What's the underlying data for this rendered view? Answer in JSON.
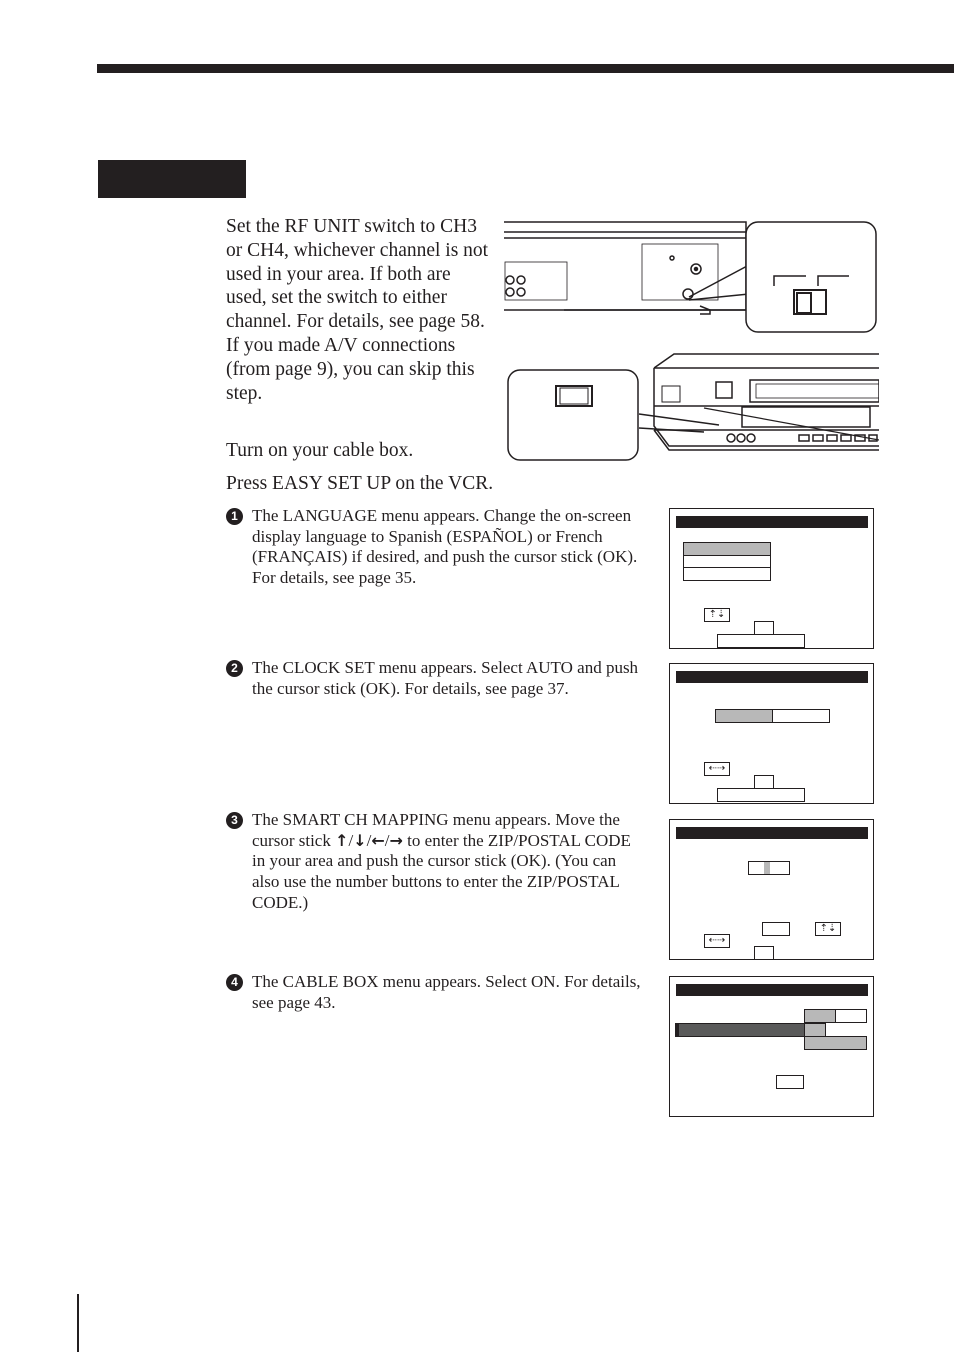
{
  "steps": {
    "step1": "Set the RF UNIT switch to CH3 or CH4, whichever channel is not used in your area.  If both are used, set the switch to either channel. For details, see page 58. If you made A/V connections (from page 9), you can skip this step.",
    "step2": "Turn on your cable box.",
    "step3": "Press EASY SET UP on the VCR."
  },
  "substeps": [
    {
      "num": "1",
      "text": "The LANGUAGE menu appears.  Change the on-screen display language to Spanish (ESPAÑOL) or French (FRANÇAIS) if desired, and push the cursor stick (OK).  For details, see page 35."
    },
    {
      "num": "2",
      "text": "The CLOCK SET menu appears.  Select AUTO and push the cursor stick (OK).  For details, see page 37."
    },
    {
      "num": "3",
      "text_a": "The SMART CH MAPPING menu appears. Move the cursor stick ",
      "arrows": [
        "↑",
        "↓",
        "←",
        "→"
      ],
      "sep": "/",
      "text_b": " to enter the ZIP/POSTAL CODE in your area and push the cursor stick (OK).  (You can also use the number buttons to enter the ZIP/POSTAL CODE.)"
    },
    {
      "num": "4",
      "text": "The CABLE BOX menu appears.  Select ON.  For details, see page 43."
    }
  ],
  "icons": {
    "updown": "⇡⇣",
    "leftright": "⇠⇢"
  },
  "colors": {
    "ink": "#231f20",
    "highlight": "#b8b8b8",
    "selected_row": "#5a5a5a"
  }
}
